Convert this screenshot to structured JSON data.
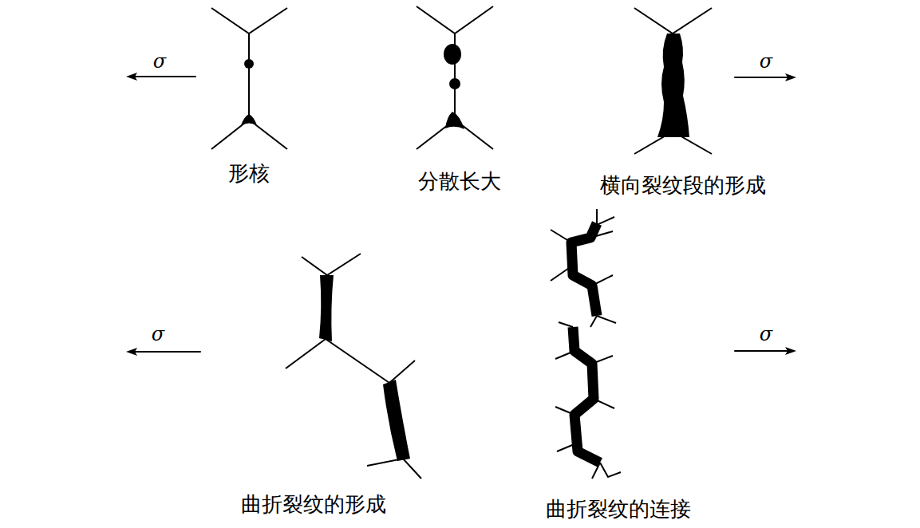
{
  "diagram": {
    "labels": [
      "σ",
      "形核",
      "分散长大",
      "横向裂纹段的形成",
      "σ",
      "σ",
      "曲折裂纹的形成",
      "曲折裂纹的连接",
      "σ"
    ]
  }
}
